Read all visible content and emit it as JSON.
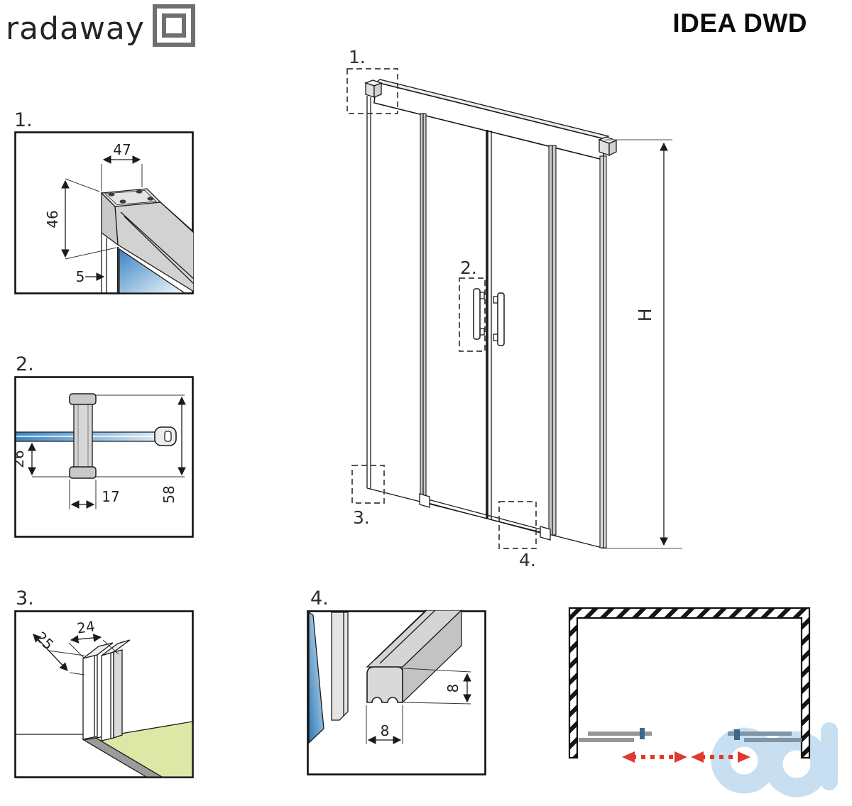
{
  "header": {
    "brand": "radaway",
    "title": "IDEA DWD"
  },
  "details": {
    "d1": {
      "label": "1.",
      "dim_width": "47",
      "dim_height": "46",
      "dim_gap": "5"
    },
    "d2": {
      "label": "2.",
      "dim_offset": "26",
      "dim_handle": "17",
      "dim_total": "58"
    },
    "d3": {
      "label": "3.",
      "dim_depth": "25",
      "dim_width": "24"
    },
    "d4": {
      "label": "4.",
      "dim_height": "8",
      "dim_width": "8"
    }
  },
  "main": {
    "callout_1": "1.",
    "callout_2": "2.",
    "callout_3": "3.",
    "callout_4": "4.",
    "height_label": "H"
  },
  "colors": {
    "line": "#1b1b1b",
    "logo_gray": "#6f6f6f",
    "glass_blue": "#3a82c4",
    "glass_light": "#f2f8fc",
    "profile_gray": "#d2d2d2",
    "floor_green": "#dde8a6",
    "shadow_gray": "#9b9b9b",
    "door_bar_gray": "#949799",
    "handle_blue": "#3c688c",
    "arrow_red": "#e03a2c",
    "watermark_blue": "#c5def1",
    "hatch_black": "#151515"
  }
}
